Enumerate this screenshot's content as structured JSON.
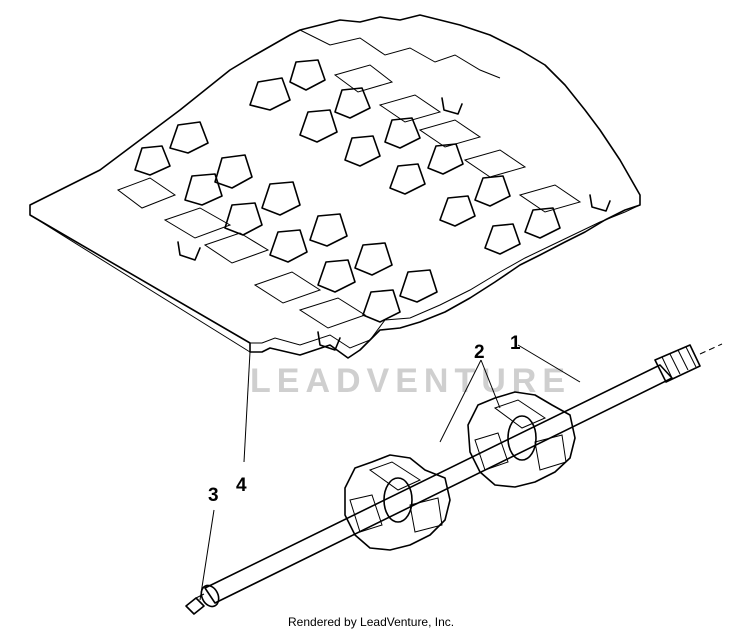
{
  "diagram": {
    "callouts": [
      {
        "id": "1",
        "label": "1"
      },
      {
        "id": "2",
        "label": "2"
      },
      {
        "id": "3",
        "label": "3"
      },
      {
        "id": "4",
        "label": "4"
      }
    ],
    "watermark": "LEADVENTURE",
    "footer": "Rendered by LeadVenture, Inc."
  }
}
